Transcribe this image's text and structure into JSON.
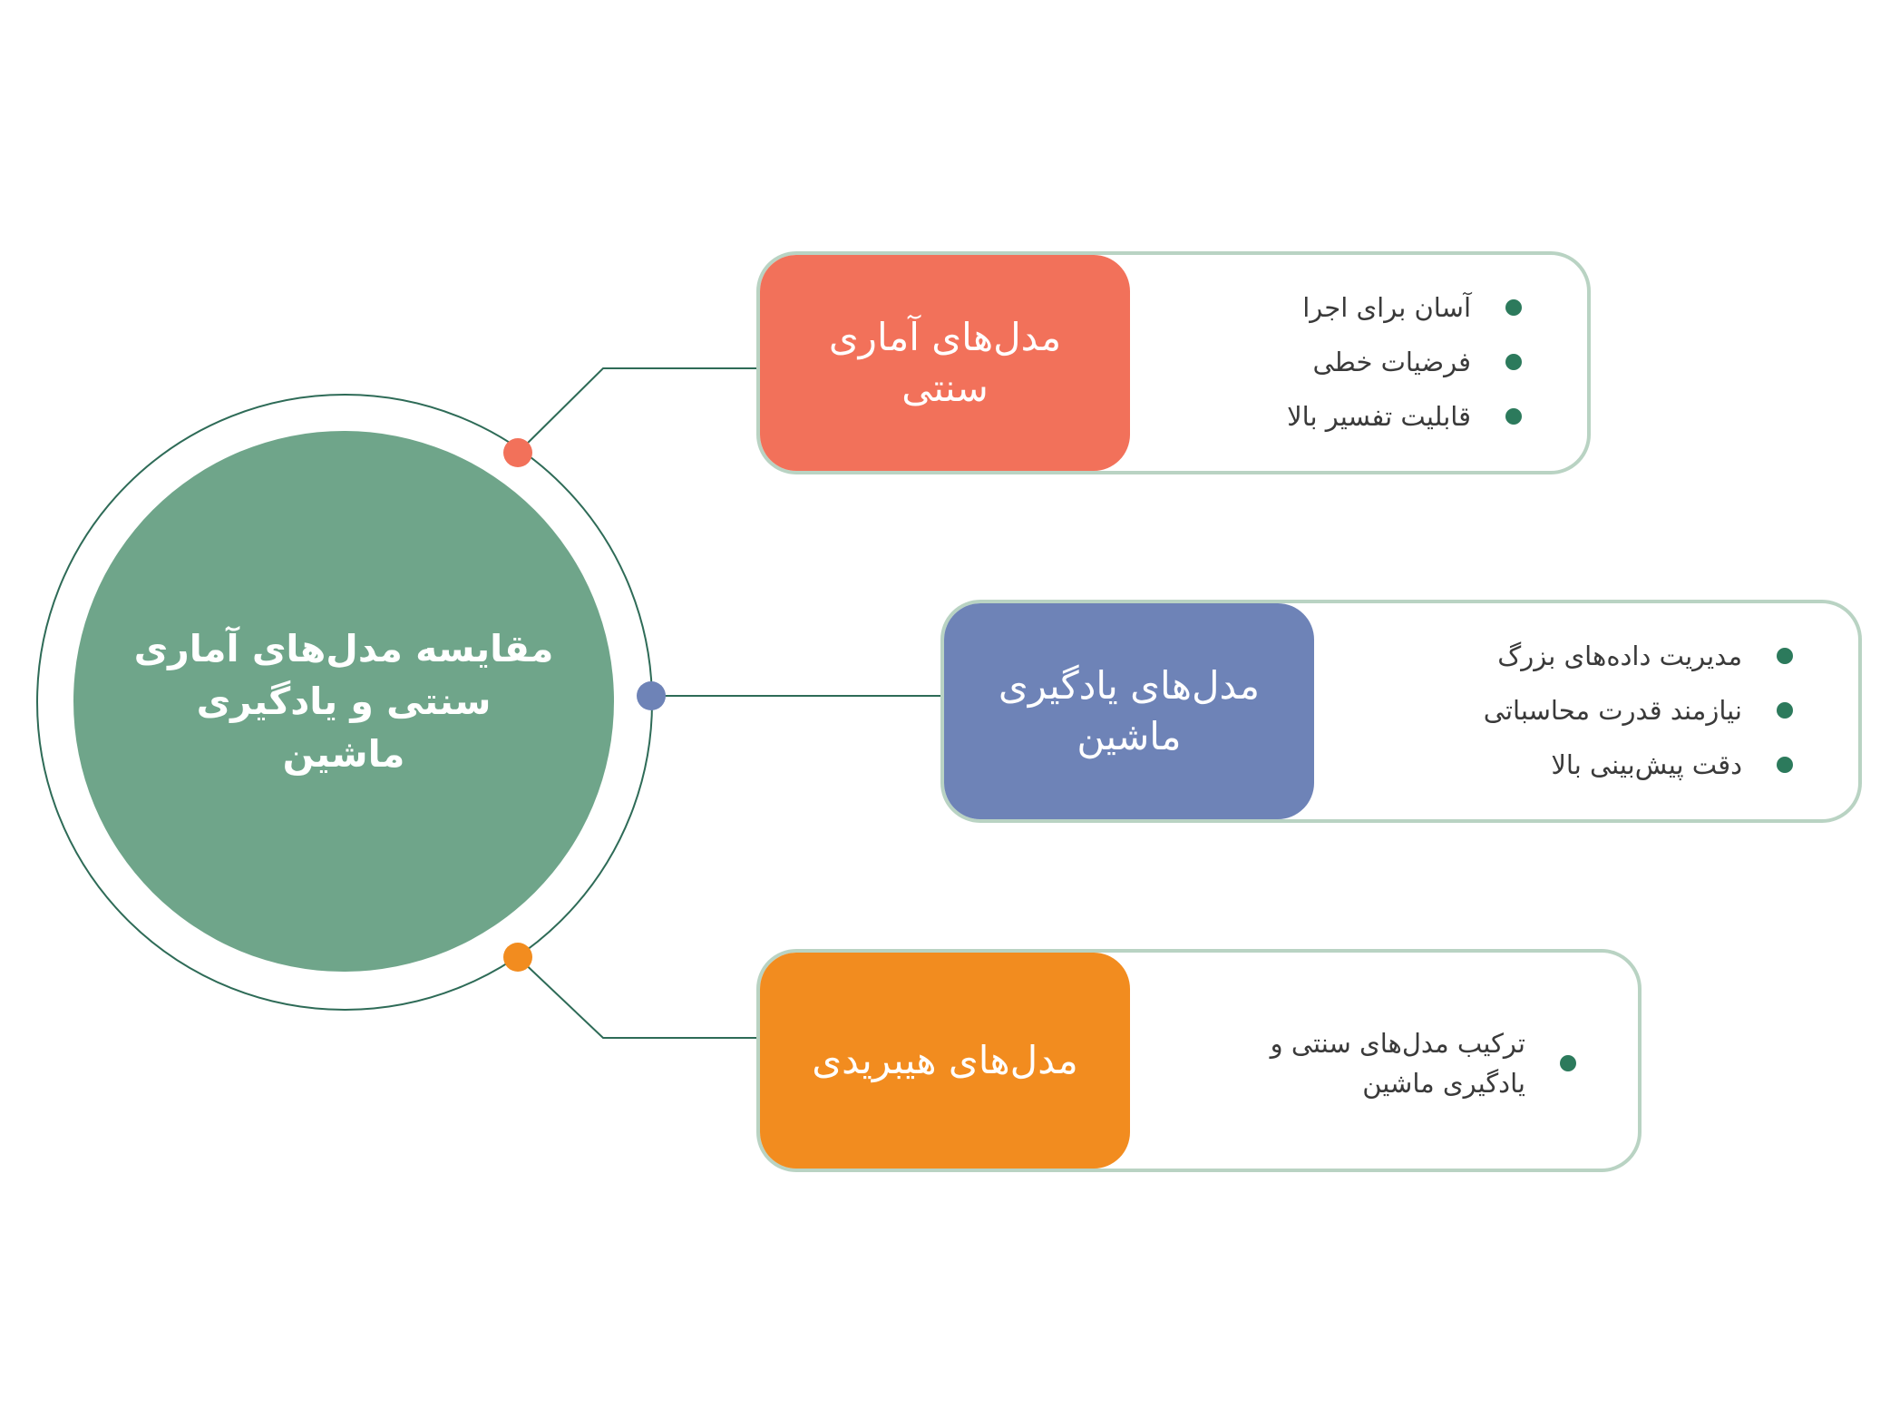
{
  "hub": {
    "title": "مقایسه مدل‌های آماری سنتی و یادگیری ماشین",
    "color": "#6fa58a",
    "ring_color": "#2e6b57"
  },
  "branches": [
    {
      "title": "مدل‌های آماری سنتی",
      "color": "#f2715a",
      "items": [
        "آسان برای اجرا",
        "فرضیات خطی",
        "قابلیت تفسیر بالا"
      ]
    },
    {
      "title": "مدل‌های یادگیری ماشین",
      "color": "#6e83b7",
      "items": [
        "مدیریت داده‌های بزرگ",
        "نیازمند قدرت محاسباتی",
        "دقت پیش‌بینی بالا"
      ]
    },
    {
      "title": "مدل‌های هیبریدی",
      "color": "#f28c1f",
      "items": [
        "ترکیب مدل‌های سنتی و یادگیری ماشین"
      ]
    }
  ],
  "colors": {
    "card_border": "#b9d3c3",
    "connector": "#2e6b57",
    "bullet": "#2c7a5c"
  }
}
